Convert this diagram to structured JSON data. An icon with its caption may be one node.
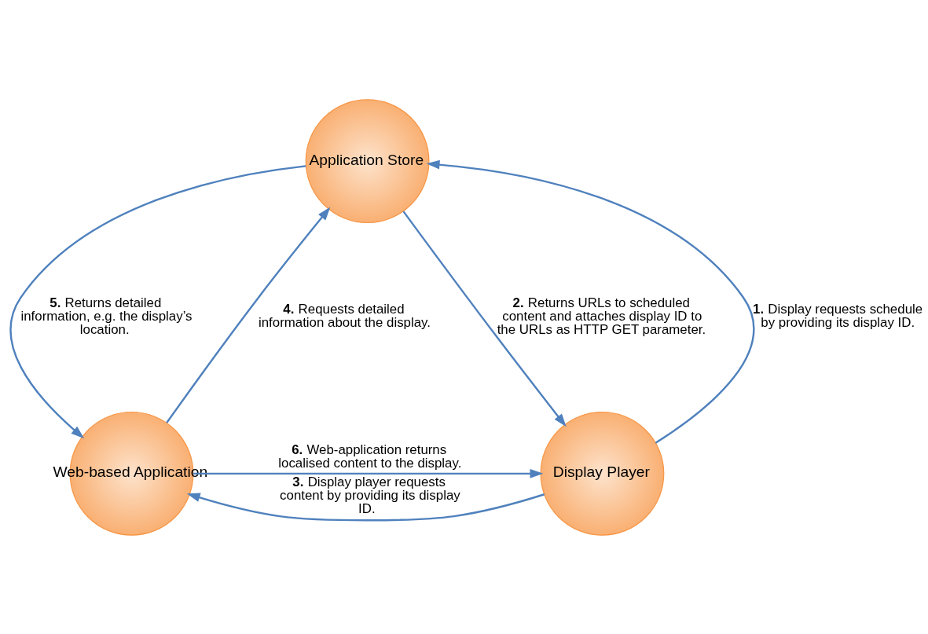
{
  "diagram": {
    "nodes": [
      {
        "text": [
          "Application Store"
        ]
      },
      {
        "text": [
          "Web-based Application"
        ]
      },
      {
        "text": [
          "Display Player"
        ]
      }
    ],
    "edges": [
      {
        "from": 2,
        "to": 0,
        "arrow": "to",
        "label": "**1.** Display requests schedule by providing its display ID."
      },
      {
        "from": 0,
        "to": 2,
        "arrow": "to",
        "label": "**2.** Returns URLs to scheduled content and attaches display ID to the URLs as HTTP GET parameter."
      },
      {
        "from": 2,
        "to": 1,
        "arrow": "to",
        "label": "**3.** Display player requests content by providing its display ID."
      },
      {
        "from": 1,
        "to": 0,
        "arrow": "to",
        "label": "**4.** Requests detailed information about the display."
      },
      {
        "from": 0,
        "to": 1,
        "arrow": "to",
        "label": "**5.** Returns detailed information, e.g. the display’s location."
      },
      {
        "from": 1,
        "to": 2,
        "arrow": "to",
        "label": "**6.** Web-application returns localised content to the display."
      }
    ]
  }
}
